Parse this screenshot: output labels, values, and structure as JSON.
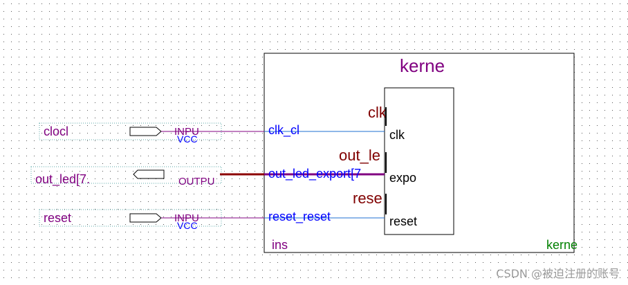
{
  "colors": {
    "grid_dot": "#555555",
    "pin_box": "#5aa7a7",
    "pin_label": "#800080",
    "wire": "#800080",
    "bus": "#8b0000",
    "port_text": "#0000ff",
    "port_line": "#1e6fd0",
    "sub_label": "#800000",
    "inst_label": "#800080",
    "entity_label": "#008000",
    "frame": "#000000"
  },
  "pins": {
    "clock": {
      "name": "clocl",
      "type": "INPU",
      "vcc": "VCC"
    },
    "out_led": {
      "name": "out_led[7.",
      "type": "OUTPU"
    },
    "reset": {
      "name": "reset",
      "type": "INPU",
      "vcc": "VCC"
    }
  },
  "block": {
    "title": "kerne",
    "instance": "ins",
    "entity": "kerne",
    "ports": {
      "clk": "clk_cl",
      "out_led": "out_led_export[7",
      "reset": "reset_reset"
    }
  },
  "subblock": {
    "group_labels": {
      "clk": "clk",
      "out_led": "out_le",
      "reset": "rese"
    },
    "ports": {
      "clk": "clk",
      "export": "expo",
      "reset": "reset"
    }
  },
  "watermark": "CSDN @被迫注册的账号"
}
